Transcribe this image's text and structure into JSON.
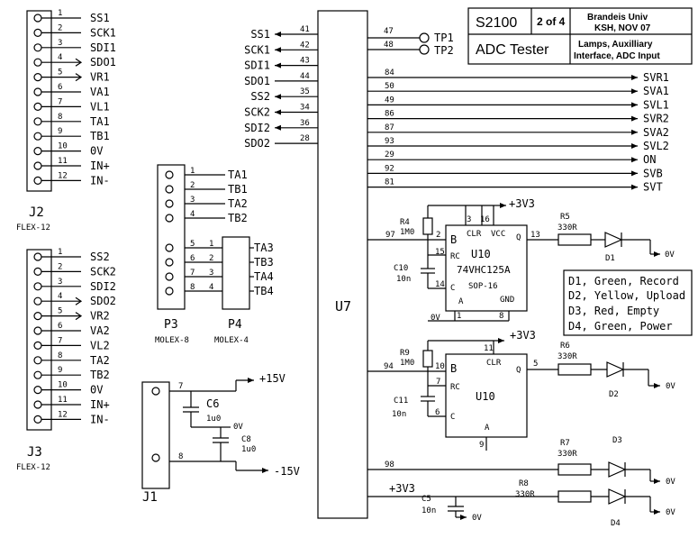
{
  "title_block": {
    "sheet": "S2100",
    "page": "2 of 4",
    "org_line1": "Brandeis Univ",
    "org_line2": "KSH, NOV 07",
    "name": "ADC Tester",
    "desc_line1": "Lamps, Auxilliary",
    "desc_line2": "Interface, ADC Input"
  },
  "j2": {
    "ref": "J2",
    "part": "FLEX-12",
    "pins": [
      {
        "num": "1",
        "signal": "SS1"
      },
      {
        "num": "2",
        "signal": "SCK1"
      },
      {
        "num": "3",
        "signal": "SDI1"
      },
      {
        "num": "4",
        "signal": "SDO1"
      },
      {
        "num": "5",
        "signal": "VR1"
      },
      {
        "num": "6",
        "signal": "VA1"
      },
      {
        "num": "7",
        "signal": "VL1"
      },
      {
        "num": "8",
        "signal": "TA1"
      },
      {
        "num": "9",
        "signal": "TB1"
      },
      {
        "num": "10",
        "signal": "0V"
      },
      {
        "num": "11",
        "signal": "IN+"
      },
      {
        "num": "12",
        "signal": "IN-"
      }
    ]
  },
  "j3": {
    "ref": "J3",
    "part": "FLEX-12",
    "pins": [
      {
        "num": "1",
        "signal": "SS2"
      },
      {
        "num": "2",
        "signal": "SCK2"
      },
      {
        "num": "3",
        "signal": "SDI2"
      },
      {
        "num": "4",
        "signal": "SDO2"
      },
      {
        "num": "5",
        "signal": "VR2"
      },
      {
        "num": "6",
        "signal": "VA2"
      },
      {
        "num": "7",
        "signal": "VL2"
      },
      {
        "num": "8",
        "signal": "TA2"
      },
      {
        "num": "9",
        "signal": "TB2"
      },
      {
        "num": "10",
        "signal": "0V"
      },
      {
        "num": "11",
        "signal": "IN+"
      },
      {
        "num": "12",
        "signal": "IN-"
      }
    ]
  },
  "p3": {
    "ref": "P3",
    "part": "MOLEX-8",
    "top_pins": [
      {
        "num": "1",
        "signal": "TA1"
      },
      {
        "num": "2",
        "signal": "TB1"
      },
      {
        "num": "3",
        "signal": "TA2"
      },
      {
        "num": "4",
        "signal": "TB2"
      }
    ],
    "bottom_pins": [
      "5",
      "6",
      "7",
      "8"
    ]
  },
  "p4": {
    "ref": "P4",
    "part": "MOLEX-4",
    "pins": [
      {
        "num": "1",
        "signal": "TA3"
      },
      {
        "num": "2",
        "signal": "TB3"
      },
      {
        "num": "3",
        "signal": "TA4"
      },
      {
        "num": "4",
        "signal": "TB4"
      }
    ]
  },
  "j1": {
    "ref": "J1",
    "pin_top": "7",
    "pin_bottom": "8",
    "pos_rail": "+15V",
    "neg_rail": "-15V",
    "cap_top_ref": "C6",
    "cap_top_val": "1u0",
    "cap_bot_ref": "C8",
    "cap_bot_val": "1u0",
    "gnd": "0V"
  },
  "u7": {
    "ref": "U7",
    "left_pins": [
      {
        "num": "41",
        "signal": "SS1"
      },
      {
        "num": "42",
        "signal": "SCK1"
      },
      {
        "num": "43",
        "signal": "SDI1"
      },
      {
        "num": "44",
        "signal": "SDO1"
      },
      {
        "num": "35",
        "signal": "SS2"
      },
      {
        "num": "34",
        "signal": "SCK2"
      },
      {
        "num": "36",
        "signal": "SDI2"
      },
      {
        "num": "28",
        "signal": "SDO2"
      }
    ],
    "tp_pins": [
      {
        "num": "47",
        "signal": "TP1"
      },
      {
        "num": "48",
        "signal": "TP2"
      }
    ],
    "right_pins": [
      {
        "num": "84",
        "signal": "SVR1"
      },
      {
        "num": "50",
        "signal": "SVA1"
      },
      {
        "num": "49",
        "signal": "SVL1"
      },
      {
        "num": "86",
        "signal": "SVR2"
      },
      {
        "num": "87",
        "signal": "SVA2"
      },
      {
        "num": "93",
        "signal": "SVL2"
      },
      {
        "num": "29",
        "signal": "ON"
      },
      {
        "num": "92",
        "signal": "SVB"
      },
      {
        "num": "81",
        "signal": "SVT"
      }
    ],
    "led_pins": [
      "97",
      "94",
      "98"
    ]
  },
  "u10a": {
    "ref": "U10",
    "part": "74VHC125A",
    "pkg": "SOP-16",
    "supply": "+3V3",
    "gnd": "0V",
    "pin_b": "B",
    "pin_q": "Q",
    "pin_clr": "CLR",
    "pin_vcc": "VCC",
    "pin_rc": "RC",
    "pin_c": "C",
    "pin_a": "A",
    "pin_gnd": "GND",
    "nums": [
      "2",
      "3",
      "16",
      "13",
      "15",
      "14",
      "1",
      "8"
    ],
    "r_ref": "R4",
    "r_val": "1M0",
    "c_ref": "C10",
    "c_val": "10n"
  },
  "u10b": {
    "ref": "U10",
    "supply": "+3V3",
    "pin_b": "B",
    "pin_q": "Q",
    "pin_clr": "CLR",
    "pin_rc": "RC",
    "pin_c": "C",
    "pin_a": "A",
    "nums": [
      "11",
      "10",
      "5",
      "7",
      "6",
      "9"
    ],
    "r_ref": "R9",
    "r_val": "1M0",
    "c_ref": "C11",
    "c_val": "10n"
  },
  "leds": {
    "r5_ref": "R5",
    "r5_val": "330R",
    "d1": "D1",
    "r6_ref": "R6",
    "r6_val": "330R",
    "d2": "D2",
    "r7_ref": "R7",
    "r7_val": "330R",
    "d3": "D3",
    "r8_ref": "R8",
    "r8_val": "330R",
    "d4": "D4",
    "gnd": "0V",
    "supply": "+3V3",
    "c5_ref": "C5",
    "c5_val": "10n"
  },
  "legend": [
    "D1, Green, Record",
    "D2, Yellow, Upload",
    "D3, Red, Empty",
    "D4, Green, Power"
  ]
}
